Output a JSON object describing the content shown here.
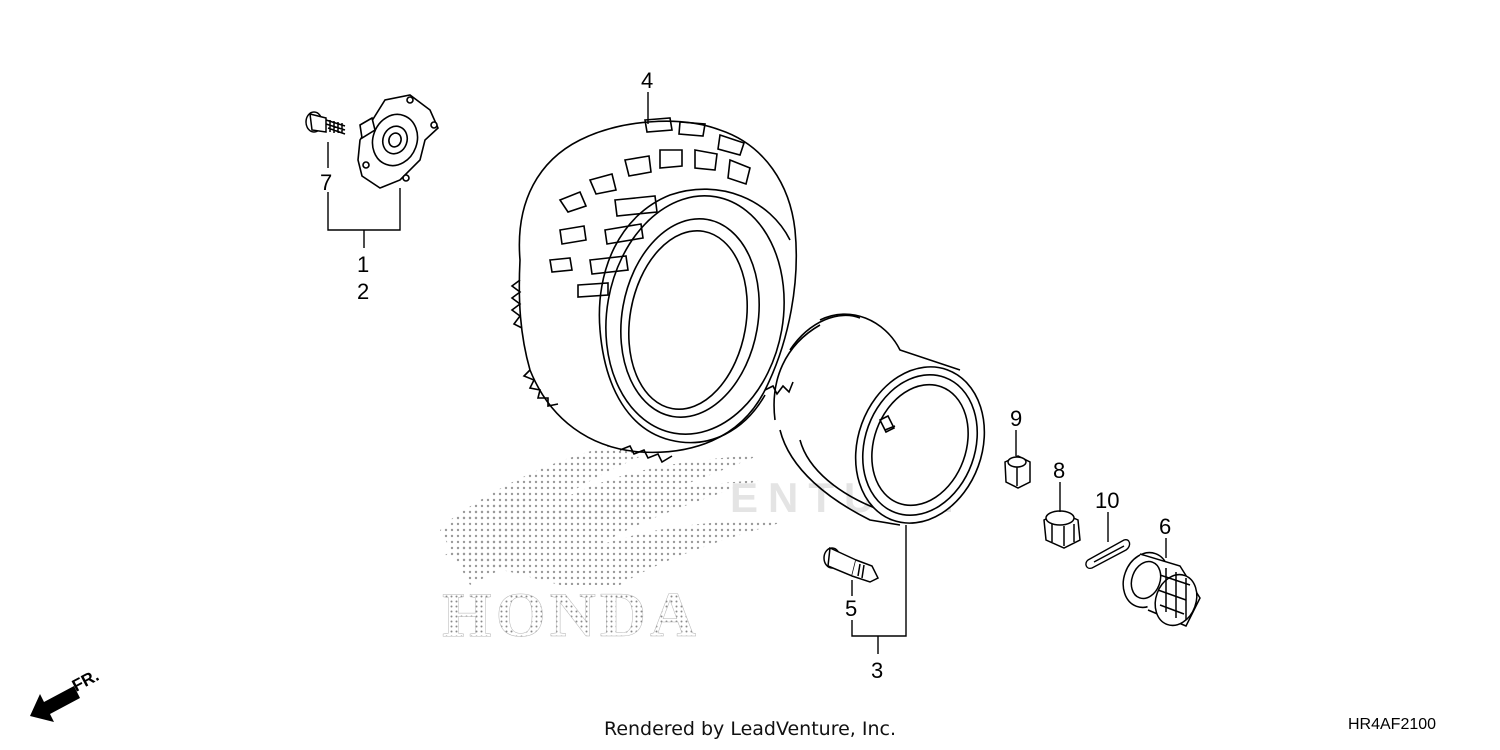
{
  "callouts": {
    "c1": "1",
    "c2": "2",
    "c3": "3",
    "c4": "4",
    "c5": "5",
    "c6": "6",
    "c7": "7",
    "c8": "8",
    "c9": "9",
    "c10": "10"
  },
  "watermark": {
    "brand": "HONDA",
    "venture": "ENTURE"
  },
  "direction": {
    "label": "FR."
  },
  "footer": {
    "rendered_by": "Rendered by LeadVenture, Inc.",
    "diagram_code": "HR4AF2100"
  },
  "colors": {
    "line": "#000000",
    "watermark_dots": "#9a9a9a",
    "watermark_text": "#d8d8d8"
  }
}
